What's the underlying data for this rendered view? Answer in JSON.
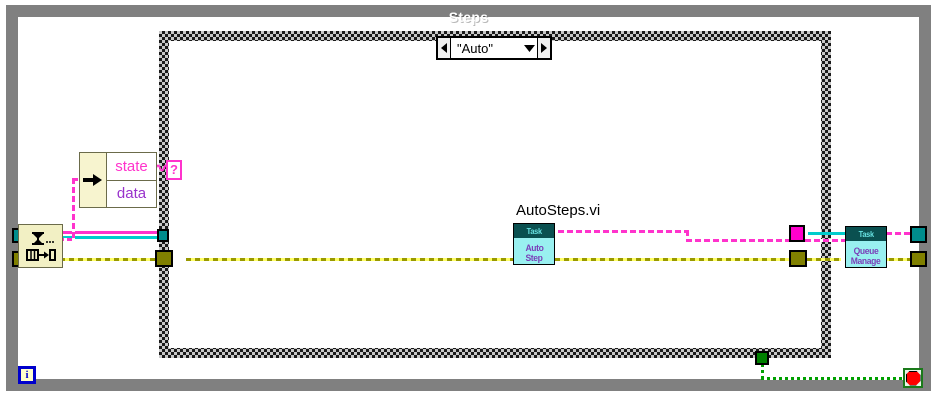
{
  "diagram": {
    "title": "Steps",
    "type": "labview-block-diagram"
  },
  "while_loop": {
    "label": "Steps",
    "iteration_terminal": "i",
    "conditional_terminal": "stop-button"
  },
  "case_structure": {
    "selector_value": "\"Auto\"",
    "prev_arrow": "left-arrow",
    "next_arrow": "right-arrow",
    "dropdown_arrow": "chevron-down",
    "selector_terminal": "?"
  },
  "nodes": {
    "dequeue": {
      "name": "Dequeue Element",
      "glyph_top": "queue-glyph",
      "glyph_bottom": "dequeue-glyph"
    },
    "unbundle": {
      "name": "Unbundle By Name",
      "fields": [
        {
          "label": "state",
          "color": "#ff33cc"
        },
        {
          "label": "data",
          "color": "#9933cc"
        }
      ]
    },
    "auto_steps": {
      "label": "AutoSteps.vi",
      "icon_header": "Task",
      "icon_line1": "Auto",
      "icon_line2": "Step"
    },
    "queue_manage": {
      "label": "",
      "icon_header": "Task",
      "icon_line1": "Queue",
      "icon_line2": "Manage"
    }
  },
  "colors": {
    "loop_border": "#808080",
    "title_text": "#ffffff",
    "wire_cluster_pink": "#ff33cc",
    "wire_cyan": "#00cccc",
    "wire_olive": "#999900",
    "wire_boolean_green": "#00a000",
    "node_body_yellow": "#f2f0c4",
    "subvi_body_cyan": "#99f0f0",
    "subvi_head_teal": "#0a5050"
  }
}
